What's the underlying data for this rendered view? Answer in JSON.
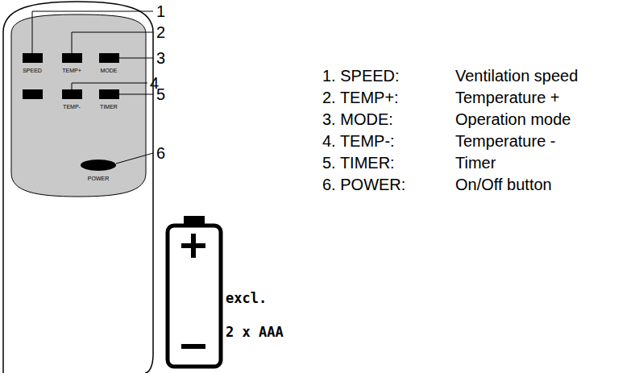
{
  "diagram": {
    "labels": [
      "SPEED",
      "TEMP+",
      "MODE",
      "TEMP-",
      "TIMER",
      "POWER",
      "1",
      "2",
      "3",
      "4",
      "5",
      "6",
      "1. SPEED:",
      "Ventilation speed",
      "2. TEMP+:",
      "Temperature +",
      "3. MODE:",
      "Operation mode",
      "4. TEMP-:",
      "Temperature -",
      "5. TIMER:",
      "Timer",
      "6. POWER:",
      "On/Off button",
      "excl.",
      "2 x AAA"
    ]
  }
}
